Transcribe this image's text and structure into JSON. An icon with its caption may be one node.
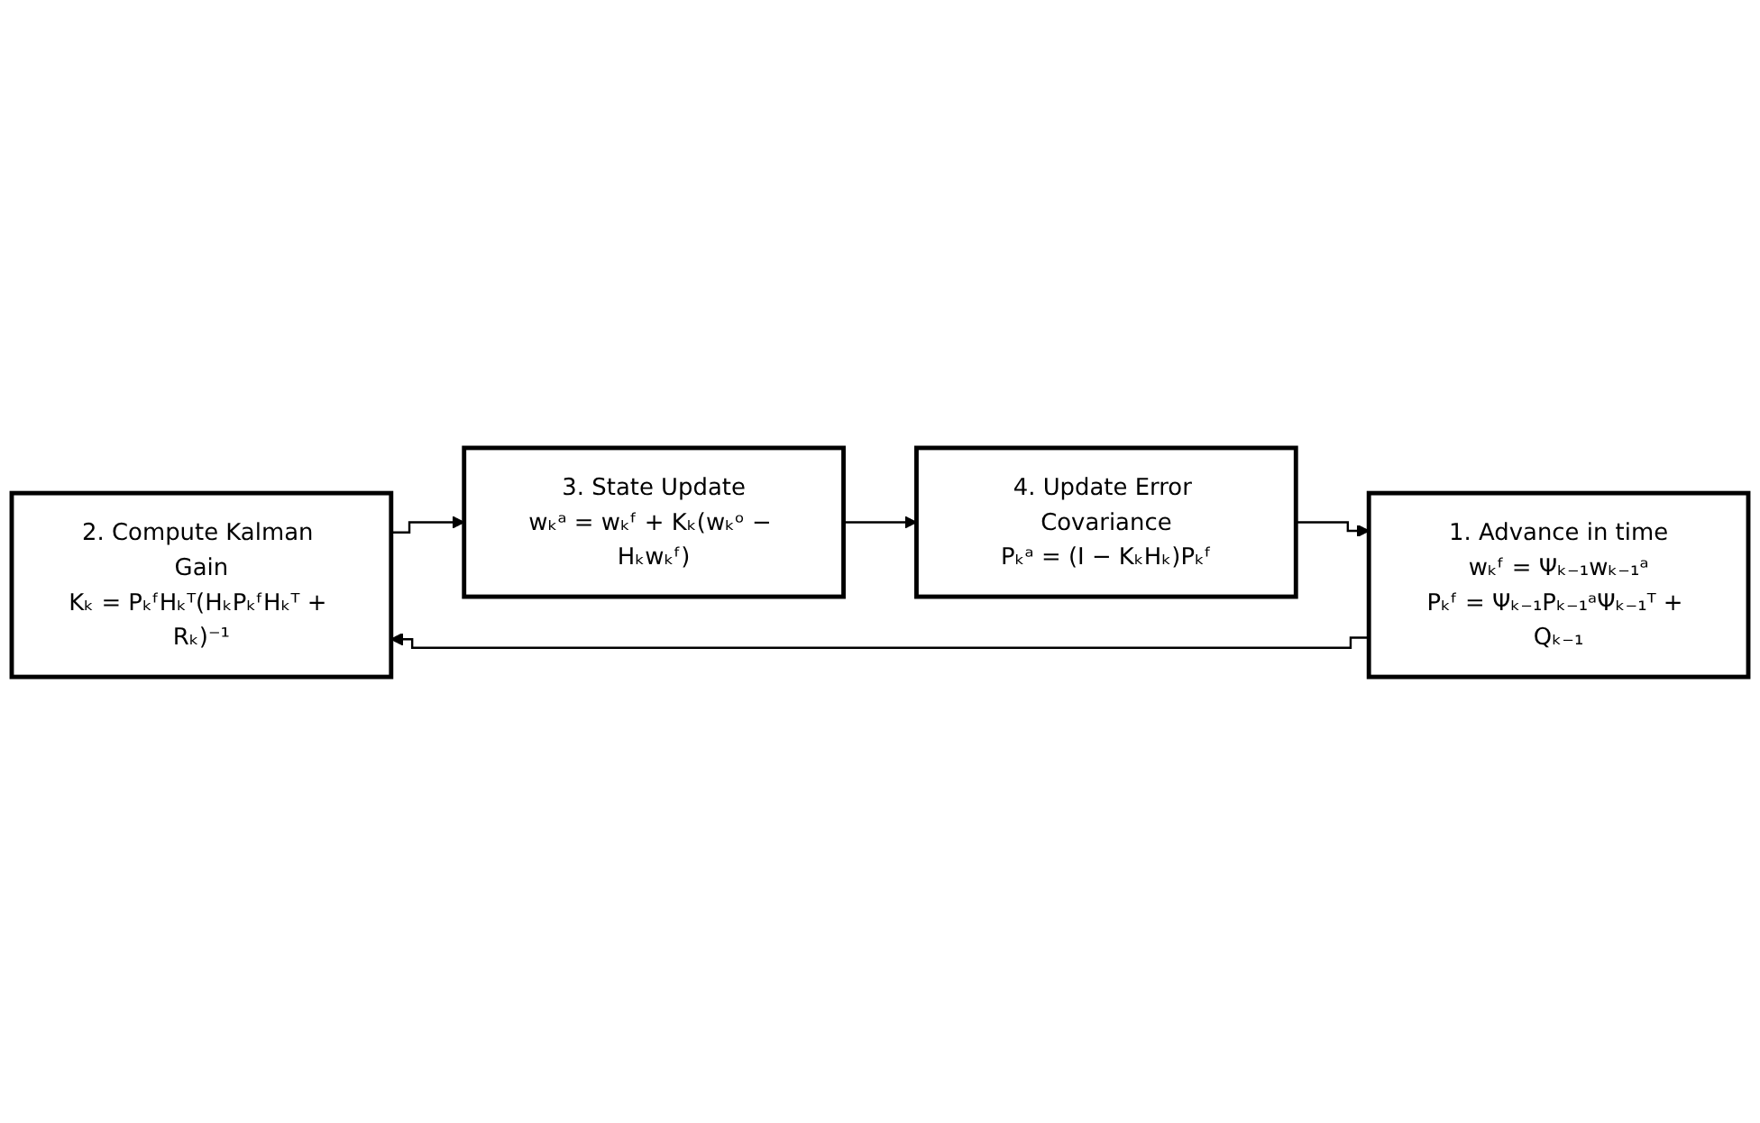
{
  "diagram": {
    "nodes": [
      {
        "text": [
          "2. Compute Kalman Gain",
          "Kₖ = PₖᶠHₖᵀ(HₖPₖᶠHₖᵀ + Rₖ)⁻¹"
        ]
      },
      {
        "text": [
          "1. Advance in time",
          "wₖᶠ = Ψₖ₋₁wₖ₋₁ᵃ",
          "Pₖᶠ = Ψₖ₋₁Pₖ₋₁ᵃΨₖ₋₁ᵀ + Qₖ₋₁"
        ]
      },
      {
        "text": [
          "3. State Update",
          "wₖᵃ = wₖᶠ + Kₖ(wₖᵒ − Hₖwₖᶠ)"
        ]
      },
      {
        "text": [
          "4. Update Error Covariance",
          "Pₖᵃ = (I − KₖHₖ)Pₖᶠ"
        ]
      }
    ],
    "edges": [
      {
        "from": 1,
        "to": 0,
        "arrow": "to"
      },
      {
        "from": 0,
        "to": 2,
        "arrow": "to"
      },
      {
        "from": 2,
        "to": 3,
        "arrow": "to"
      },
      {
        "from": 3,
        "to": 1,
        "arrow": "to"
      }
    ]
  }
}
